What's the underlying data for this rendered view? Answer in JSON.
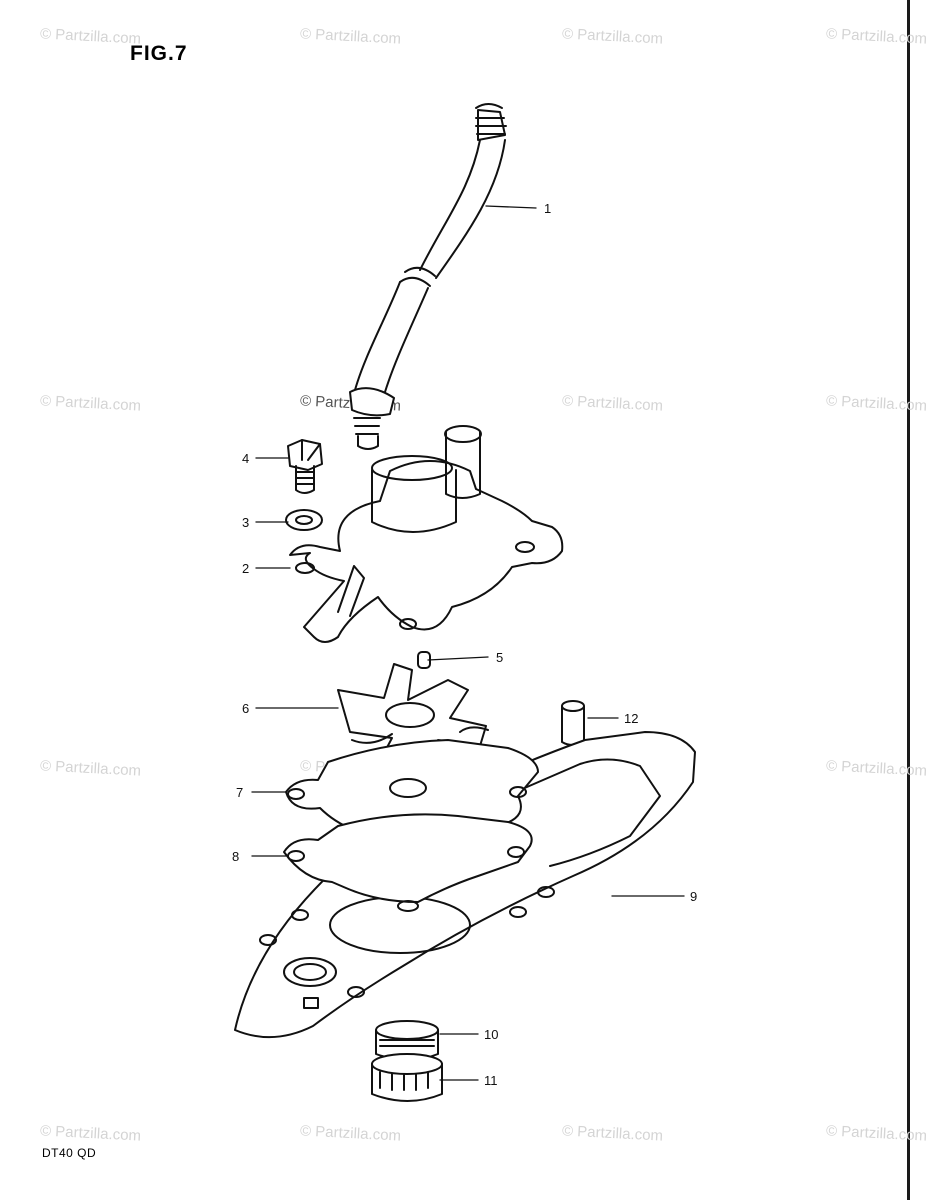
{
  "title": "FIG.7",
  "footer": "DT40  QD",
  "watermark": "© Partzilla.com",
  "callouts": {
    "c1": "1",
    "c2": "2",
    "c3": "3",
    "c4": "4",
    "c5": "5",
    "c6": "6",
    "c7": "7",
    "c8": "8",
    "c9": "9",
    "c10": "10",
    "c11": "11",
    "c12": "12"
  }
}
